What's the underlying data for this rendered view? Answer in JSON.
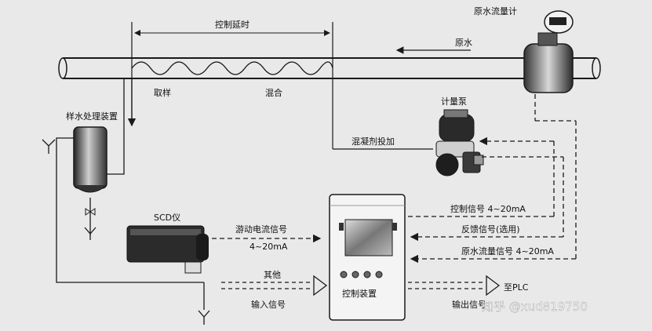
{
  "labels": {
    "control_delay": "控制延时",
    "raw_water_flowmeter": "原水流量计",
    "raw_water": "原水",
    "sampling": "取样",
    "mixing": "混合",
    "sample_treatment": "样水处理装置",
    "metering_pump": "计量泵",
    "coagulant_dosing": "混凝剂投加",
    "scd_meter": "SCD仪",
    "streaming_current_signal": "游动电流信号",
    "streaming_current_range": "4~20mA",
    "other": "其他",
    "input_signal": "输入信号",
    "control_device": "控制装置",
    "to_plc": "至PLC",
    "output_signal": "输出信号",
    "control_signal": "控制信号 4~20mA",
    "feedback_signal": "反馈信号(选用)",
    "flow_signal": "原水流量信号 4~20mA",
    "watermark": "知乎 @xud819750"
  },
  "colors": {
    "background": "#e9e9e9",
    "line": "#1a1a1a",
    "cabinet": "#f4f4f4",
    "scd_body": "#2b2b2b"
  }
}
